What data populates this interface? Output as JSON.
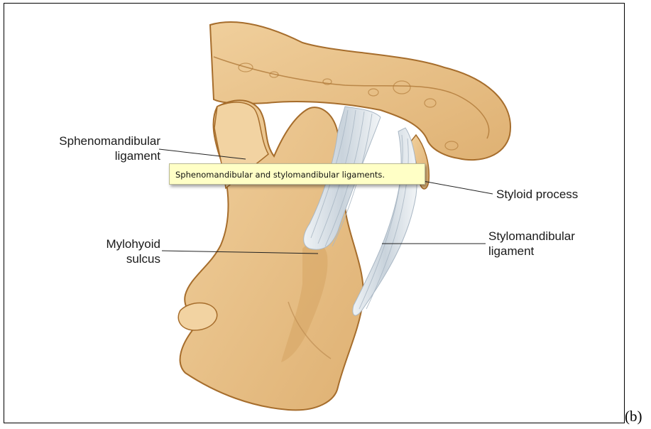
{
  "labels": {
    "sphenomandibular_1": "Sphenomandibular",
    "sphenomandibular_2": "ligament",
    "styloid": "Styloid process",
    "mylohyoid_1": "Mylohyoid",
    "mylohyoid_2": "sulcus",
    "stylomandibular_1": "Stylomandibular",
    "stylomandibular_2": "ligament"
  },
  "tooltip": "Sphenomandibular and stylomandibular ligaments.",
  "panel_tag": "(b)",
  "colors": {
    "bone": "#eac48c",
    "bone_shadow": "#d7a766",
    "bone_outline": "#a66d2c",
    "ligament": "#dde5ec",
    "ligament_shade": "#a9b7c4",
    "tooltip_bg": "#ffffc6"
  }
}
